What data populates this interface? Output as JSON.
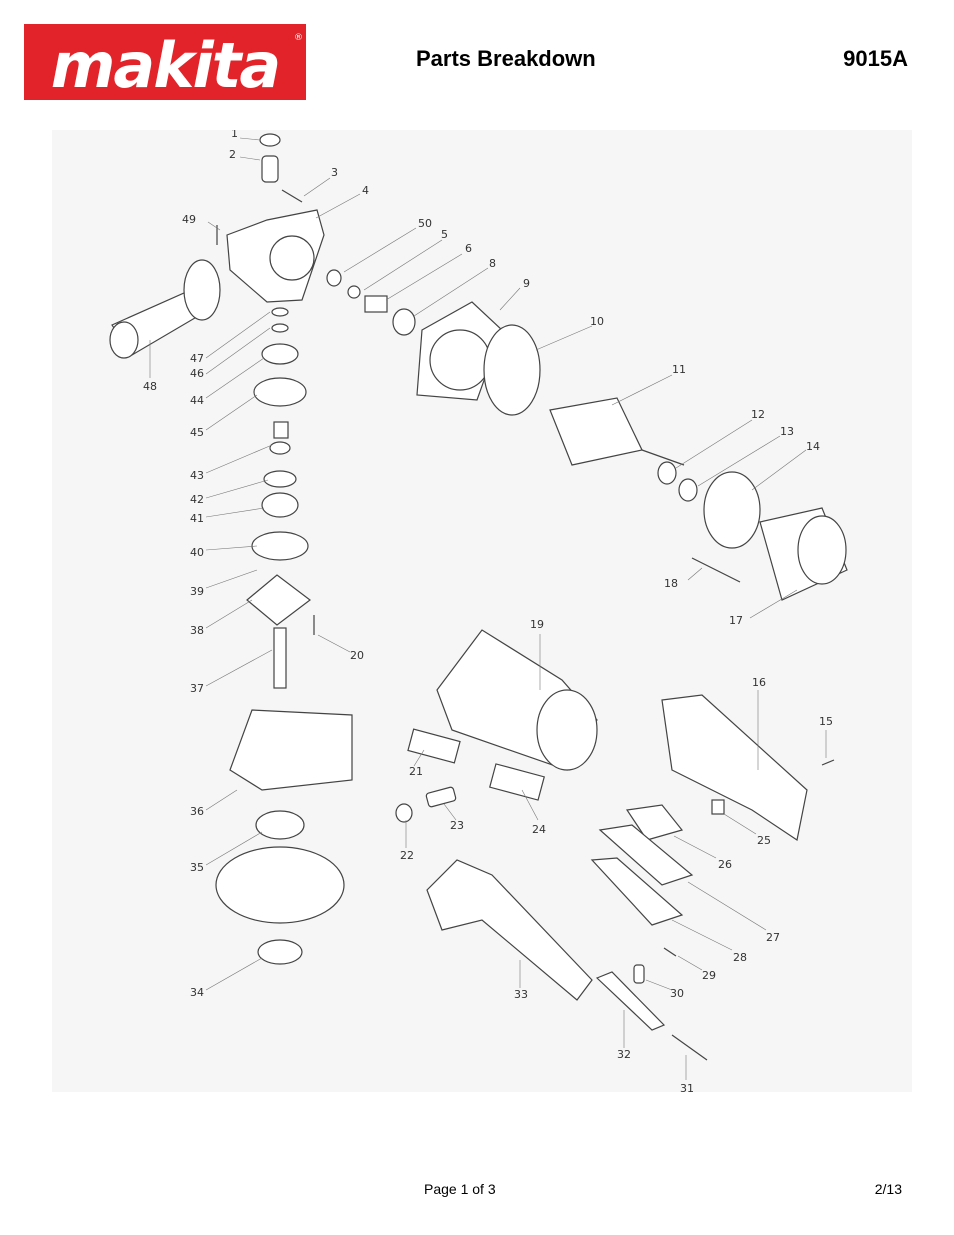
{
  "header": {
    "logo_text": "makita",
    "title": "Parts Breakdown",
    "model": "9015A"
  },
  "diagram": {
    "part_numbers": [
      "1",
      "2",
      "3",
      "4",
      "5",
      "6",
      "8",
      "9",
      "10",
      "11",
      "12",
      "13",
      "14",
      "15",
      "16",
      "17",
      "18",
      "19",
      "20",
      "21",
      "22",
      "23",
      "24",
      "25",
      "26",
      "27",
      "28",
      "29",
      "30",
      "31",
      "32",
      "33",
      "34",
      "35",
      "36",
      "37",
      "38",
      "39",
      "40",
      "41",
      "42",
      "43",
      "44",
      "45",
      "46",
      "47",
      "48",
      "49",
      "50"
    ]
  },
  "footer": {
    "page": "Page 1 of 3",
    "date": "2/13"
  },
  "colors": {
    "brand_red": "#e2232a",
    "line": "#444444"
  }
}
